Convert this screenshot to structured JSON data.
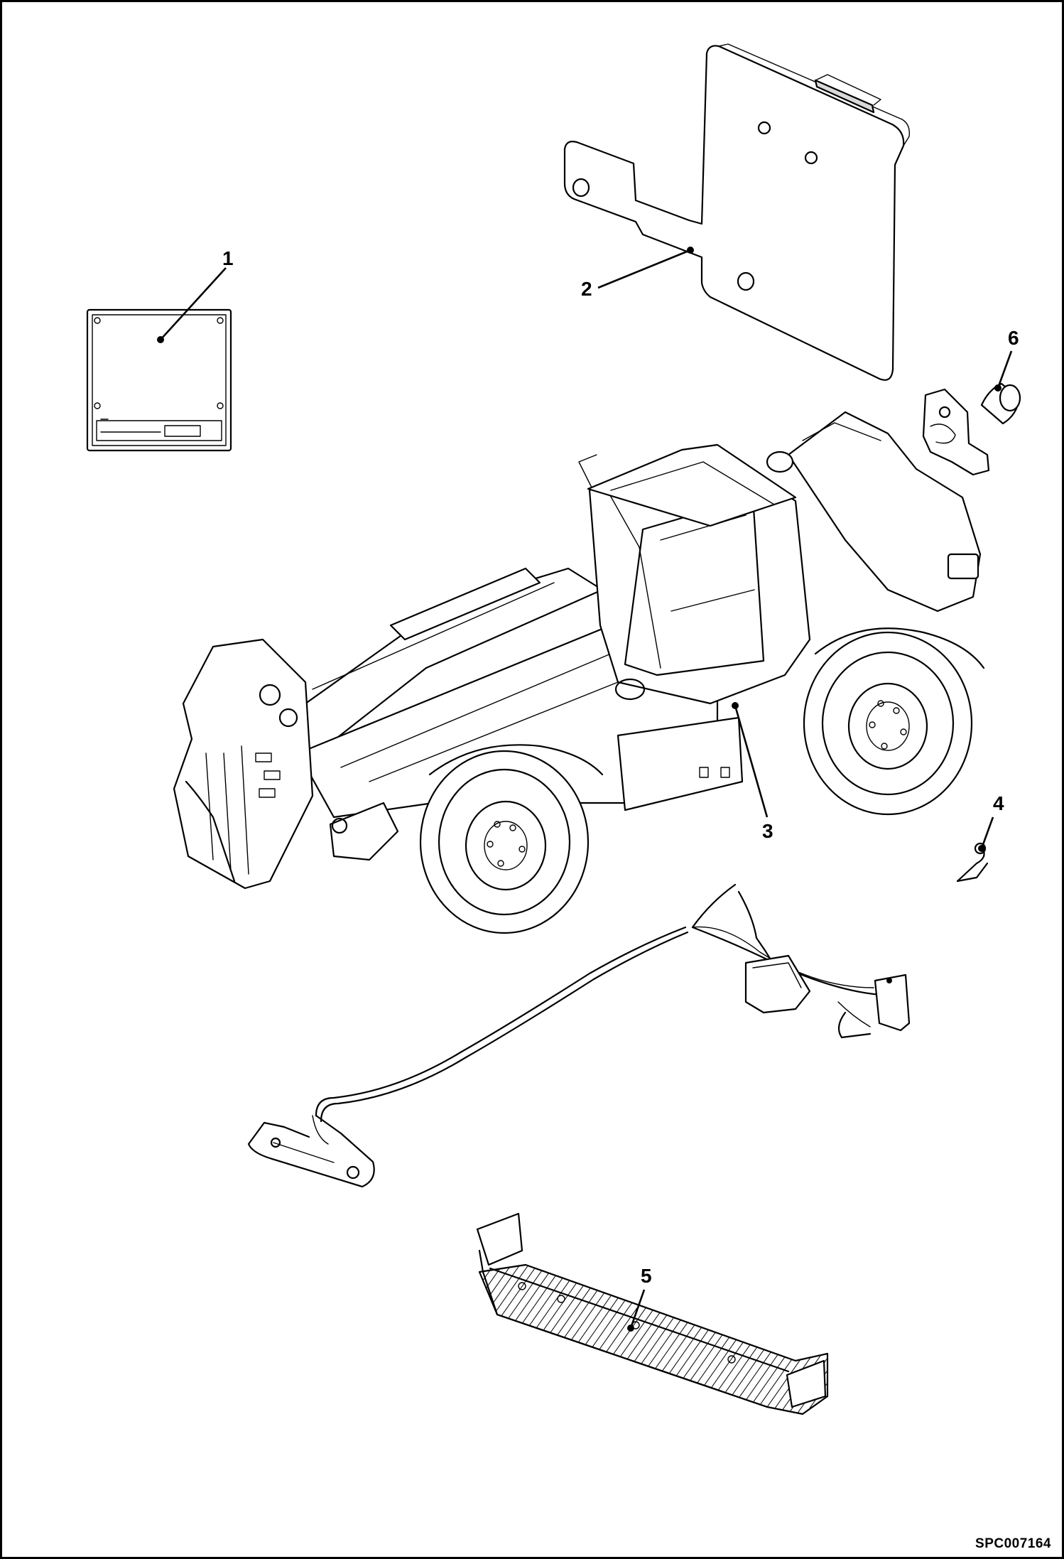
{
  "callouts": [
    {
      "id": "1",
      "label": "1"
    },
    {
      "id": "2",
      "label": "2"
    },
    {
      "id": "3",
      "label": "3"
    },
    {
      "id": "4",
      "label": "4"
    },
    {
      "id": "5",
      "label": "5"
    },
    {
      "id": "6",
      "label": "6"
    }
  ],
  "reference_code": "SPC007164",
  "colors": {
    "line": "#000000",
    "background": "#ffffff",
    "shade": "#d9d9d9"
  }
}
